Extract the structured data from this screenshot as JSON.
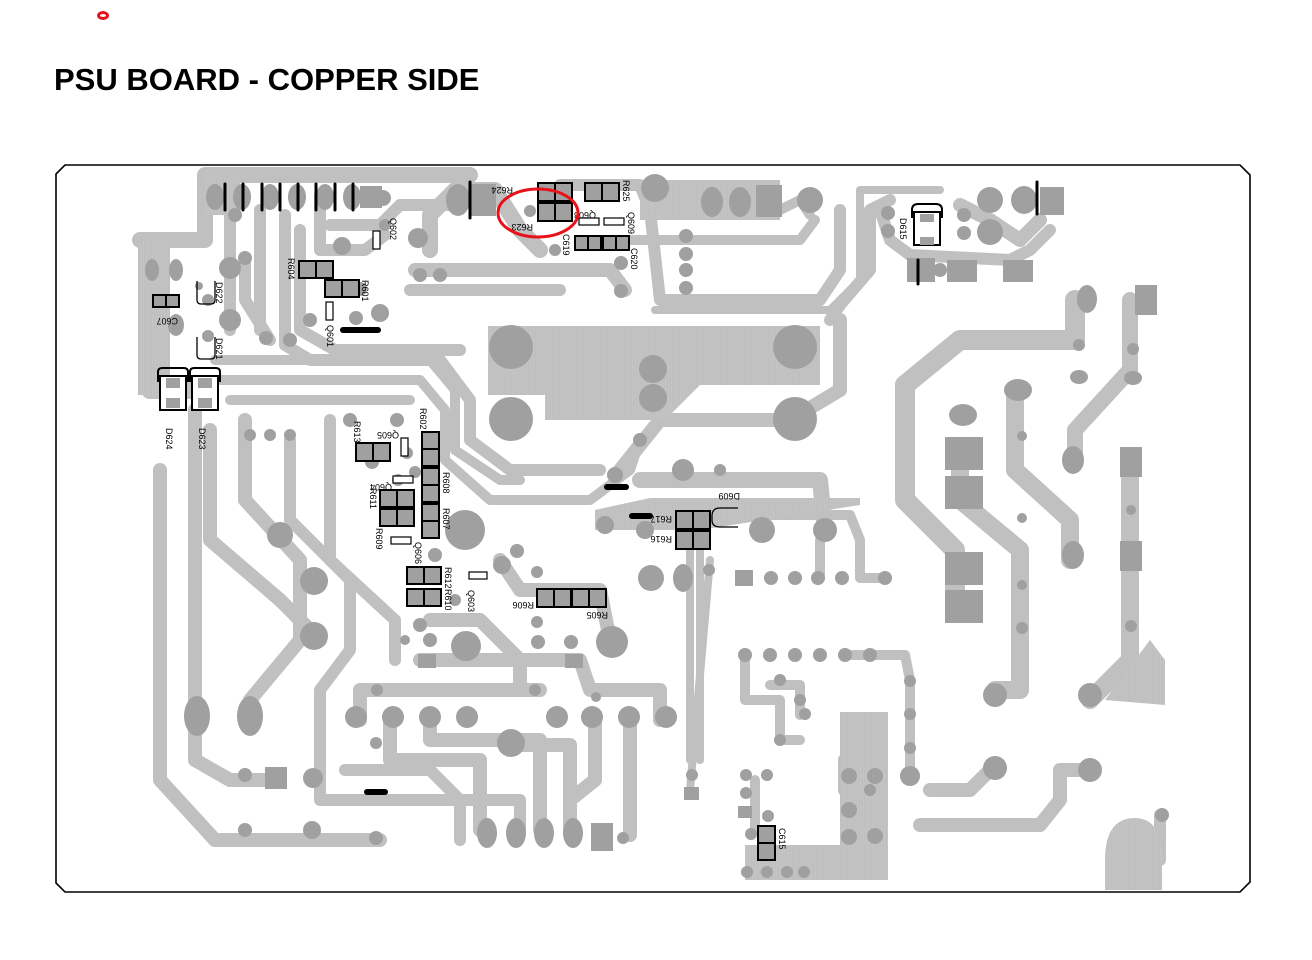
{
  "title": "PSU BOARD - COPPER SIDE",
  "colors": {
    "trace": "#c0c0c0",
    "pad": "#a0a0a0",
    "outline": "#000000",
    "highlight": "#e8121b",
    "background": "#ffffff"
  },
  "highlight": {
    "component": "R623",
    "description": "red circle marking R623"
  },
  "components": [
    {
      "ref": "R624",
      "type": "resistor"
    },
    {
      "ref": "R623",
      "type": "resistor"
    },
    {
      "ref": "R625",
      "type": "resistor"
    },
    {
      "ref": "Q608",
      "type": "transistor"
    },
    {
      "ref": "Q609",
      "type": "transistor"
    },
    {
      "ref": "C619",
      "type": "capacitor"
    },
    {
      "ref": "C620",
      "type": "capacitor"
    },
    {
      "ref": "Q602",
      "type": "transistor"
    },
    {
      "ref": "R604",
      "type": "resistor"
    },
    {
      "ref": "R601",
      "type": "resistor"
    },
    {
      "ref": "Q601",
      "type": "transistor"
    },
    {
      "ref": "C607",
      "type": "capacitor"
    },
    {
      "ref": "D622",
      "type": "diode"
    },
    {
      "ref": "D621",
      "type": "diode"
    },
    {
      "ref": "D624",
      "type": "diode"
    },
    {
      "ref": "D623",
      "type": "diode"
    },
    {
      "ref": "R613",
      "type": "resistor"
    },
    {
      "ref": "Q605",
      "type": "transistor"
    },
    {
      "ref": "R602",
      "type": "resistor"
    },
    {
      "ref": "R608",
      "type": "resistor"
    },
    {
      "ref": "Q604",
      "type": "transistor"
    },
    {
      "ref": "R611",
      "type": "resistor"
    },
    {
      "ref": "R607",
      "type": "resistor"
    },
    {
      "ref": "R609",
      "type": "resistor"
    },
    {
      "ref": "Q606",
      "type": "transistor"
    },
    {
      "ref": "R612",
      "type": "resistor"
    },
    {
      "ref": "R610",
      "type": "resistor"
    },
    {
      "ref": "Q603",
      "type": "transistor"
    },
    {
      "ref": "R606",
      "type": "resistor"
    },
    {
      "ref": "R605",
      "type": "resistor"
    },
    {
      "ref": "R617",
      "type": "resistor"
    },
    {
      "ref": "R616",
      "type": "resistor"
    },
    {
      "ref": "D609",
      "type": "diode"
    },
    {
      "ref": "D615",
      "type": "diode"
    },
    {
      "ref": "C615",
      "type": "capacitor"
    }
  ]
}
